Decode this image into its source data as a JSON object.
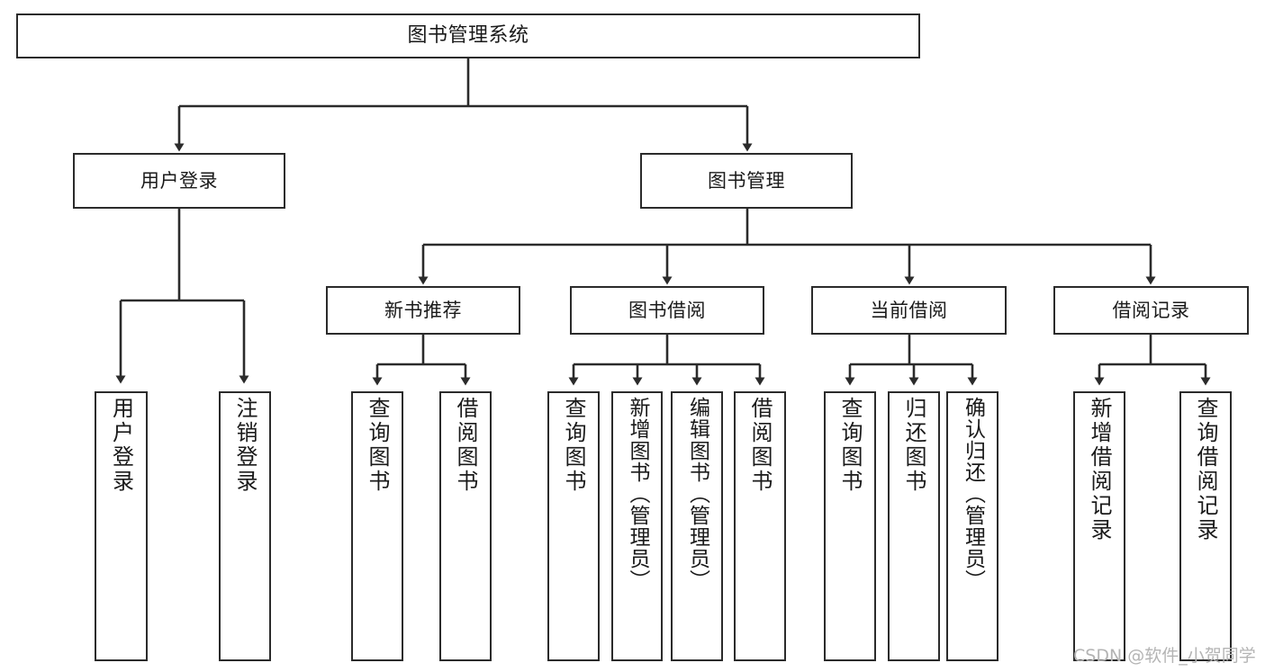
{
  "diagram": {
    "type": "tree",
    "title": "图书管理系统",
    "orientation": "top-down",
    "line_color": "#2b2b2b",
    "box_fill": "#ffffff",
    "text_color": "#1a1a1a"
  },
  "nodes": {
    "root": {
      "label": "图书管理系统"
    },
    "level2": [
      {
        "id": "user-login",
        "label": "用户登录"
      },
      {
        "id": "book-manage",
        "label": "图书管理"
      }
    ],
    "level3": [
      {
        "id": "new-book-recommend",
        "label": "新书推荐"
      },
      {
        "id": "book-borrow",
        "label": "图书借阅"
      },
      {
        "id": "current-borrow",
        "label": "当前借阅"
      },
      {
        "id": "borrow-record",
        "label": "借阅记录"
      }
    ],
    "leaves": {
      "user_login": [
        {
          "id": "leaf-user-login",
          "label": "用户登录"
        },
        {
          "id": "leaf-user-logout",
          "label": "注销登录"
        }
      ],
      "new_book_recommend": [
        {
          "id": "leaf-query-book-1",
          "label": "查询图书"
        },
        {
          "id": "leaf-borrow-book-1",
          "label": "借阅图书"
        }
      ],
      "book_borrow": [
        {
          "id": "leaf-query-book-2",
          "label": "查询图书"
        },
        {
          "id": "leaf-add-book",
          "label": "新增图书（管理员）"
        },
        {
          "id": "leaf-edit-book",
          "label": "编辑图书（管理员）"
        },
        {
          "id": "leaf-borrow-book-2",
          "label": "借阅图书"
        }
      ],
      "current_borrow": [
        {
          "id": "leaf-query-book-3",
          "label": "查询图书"
        },
        {
          "id": "leaf-return-book",
          "label": "归还图书"
        },
        {
          "id": "leaf-confirm-return",
          "label": "确认归还（管理员）"
        }
      ],
      "borrow_record": [
        {
          "id": "leaf-add-record",
          "label": "新增借阅记录"
        },
        {
          "id": "leaf-query-record",
          "label": "查询借阅记录"
        }
      ]
    }
  },
  "watermark": {
    "text": "CSDN @软件_小贺同学"
  }
}
